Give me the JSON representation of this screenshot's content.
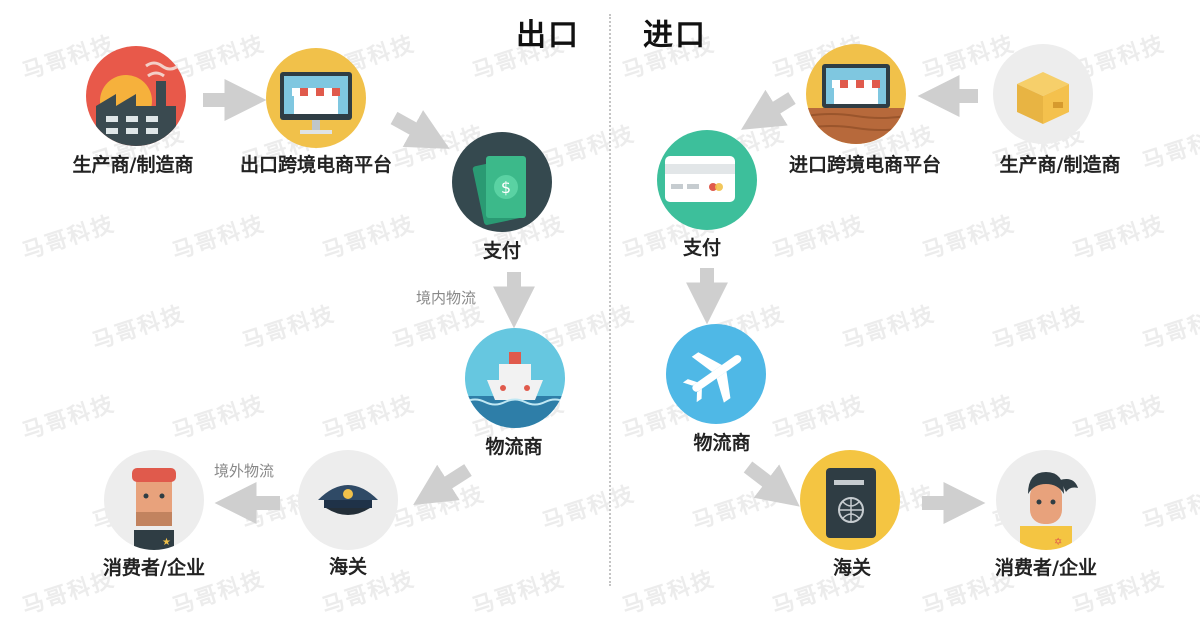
{
  "headings": {
    "export": "出口",
    "import": "进口"
  },
  "watermark": "马哥科技",
  "export": {
    "producer": "生产商/制造商",
    "platform": "出口跨境电商平台",
    "payment": "支付",
    "domestic_logistics": "境内物流",
    "logistics": "物流商",
    "foreign_logistics": "境外物流",
    "customs": "海关",
    "consumer": "消费者/企业"
  },
  "import": {
    "producer": "生产商/制造商",
    "platform": "进口跨境电商平台",
    "payment": "支付",
    "logistics": "物流商",
    "customs": "海关",
    "consumer": "消费者/企业"
  },
  "colors": {
    "arrow": "#cfcfcf",
    "factory_bg": "#e8594a",
    "platform_bg": "#f1c14a",
    "payment_export_bg": "#35494f",
    "ship_bg": "#66c7e0",
    "customs_bg": "#ededed",
    "consumer_bg": "#ededed",
    "payment_import_bg": "#3dbf9b",
    "plane_bg": "#4fb8e6",
    "passport_bg": "#f4c542",
    "box_bg": "#ededed"
  },
  "icons": {
    "export_producer": "factory-icon",
    "export_platform": "storefront-monitor-icon",
    "export_payment": "cash-icon",
    "export_logistics": "ship-icon",
    "export_customs": "customs-officer-icon",
    "export_consumer": "man-consumer-icon",
    "import_producer": "package-box-icon",
    "import_platform": "storefront-monitor-icon",
    "import_payment": "credit-card-icon",
    "import_logistics": "airplane-icon",
    "import_customs": "passport-icon",
    "import_consumer": "woman-consumer-icon"
  }
}
